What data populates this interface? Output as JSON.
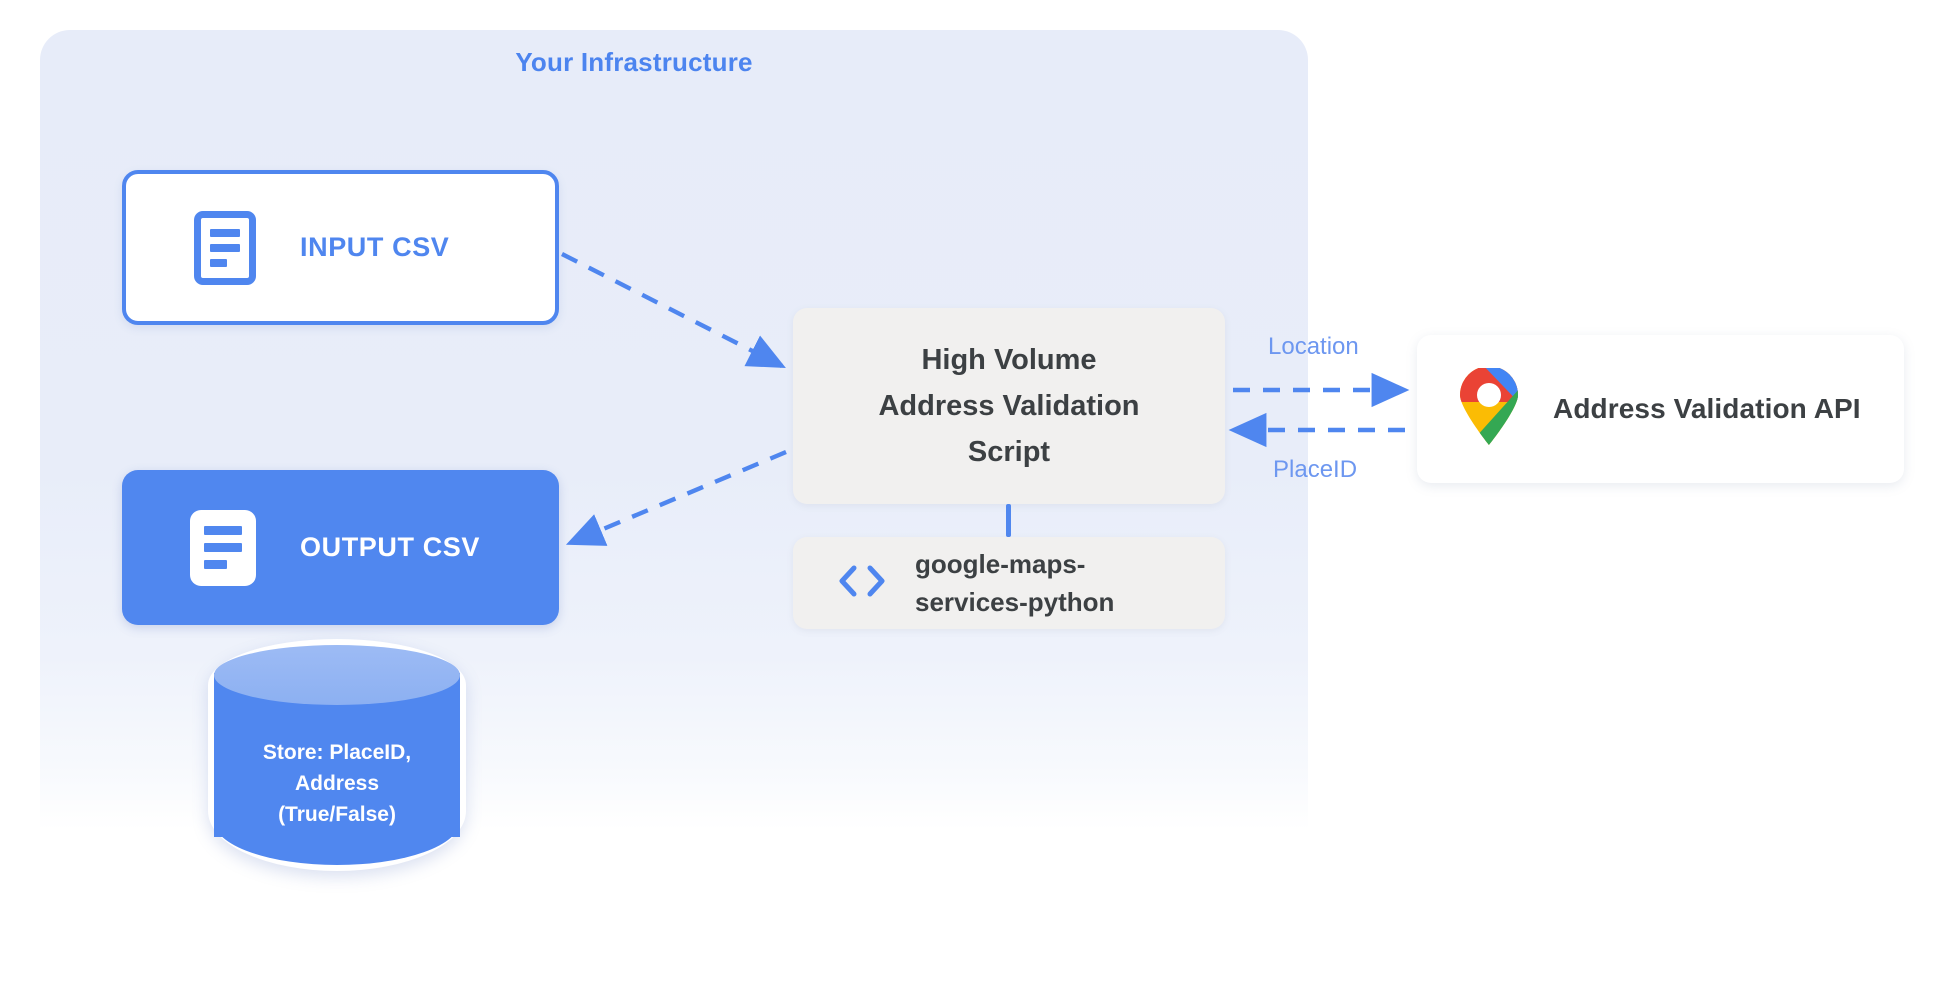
{
  "panel": {
    "title": "Your Infrastructure"
  },
  "nodes": {
    "input_csv": {
      "label": "INPUT CSV",
      "icon": "document-outline-icon"
    },
    "output_csv": {
      "label": "OUTPUT CSV",
      "icon": "document-solid-icon"
    },
    "database": {
      "line1": "Store: PlaceID,",
      "line2": "Address",
      "line3": "(True/False)"
    },
    "script": {
      "line1": "High Volume",
      "line2": "Address Validation",
      "line3": "Script"
    },
    "library": {
      "line1": "google-maps-",
      "line2": "services-python",
      "icon": "code-brackets-icon"
    },
    "api": {
      "label": "Address Validation API",
      "icon": "google-maps-pin-icon"
    }
  },
  "edges": {
    "location_label": "Location",
    "placeid_label": "PlaceID"
  },
  "colors": {
    "accent_blue": "#5087ef",
    "panel_bg": "#e7ecf9",
    "box_gray": "#f1f0ef",
    "text_dark": "#3c4043",
    "label_blue": "#6d97f0",
    "pin_blue": "#4285f4",
    "pin_red": "#ea4335",
    "pin_yellow": "#fbbc04",
    "pin_green": "#34a853"
  }
}
